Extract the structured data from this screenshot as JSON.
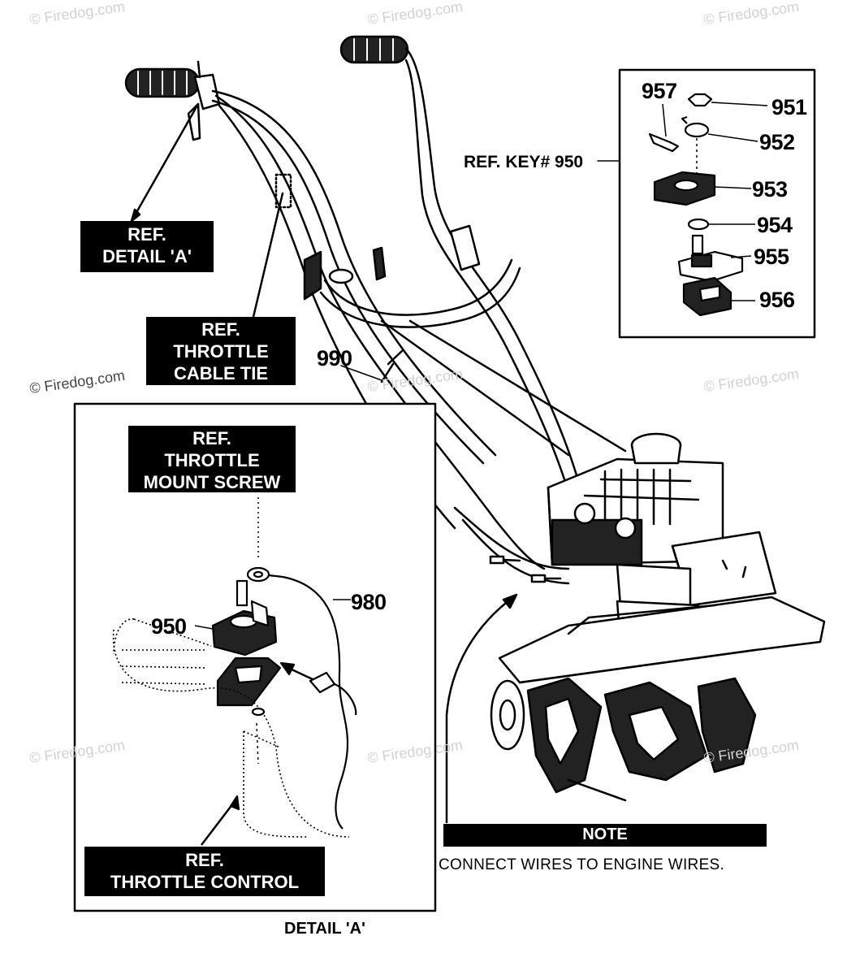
{
  "watermark": "© Firedog.com",
  "callouts": {
    "p957": "957",
    "p951": "951",
    "p952": "952",
    "p953": "953",
    "p954": "954",
    "p955": "955",
    "p956": "956",
    "p990": "990",
    "p950": "950",
    "p980": "980",
    "ref_key": "REF. KEY# 950"
  },
  "boxes": {
    "detail_a": [
      "REF.",
      "DETAIL 'A'"
    ],
    "cable_tie": [
      "REF.",
      "THROTTLE",
      "CABLE TIE"
    ],
    "mount_screw": [
      "REF.",
      "THROTTLE",
      "MOUNT SCREW"
    ],
    "throttle_control": [
      "REF.",
      "THROTTLE CONTROL"
    ],
    "note_title": "NOTE"
  },
  "note_text": "CONNECT WIRES TO ENGINE WIRES.",
  "detail_caption": "DETAIL 'A'"
}
